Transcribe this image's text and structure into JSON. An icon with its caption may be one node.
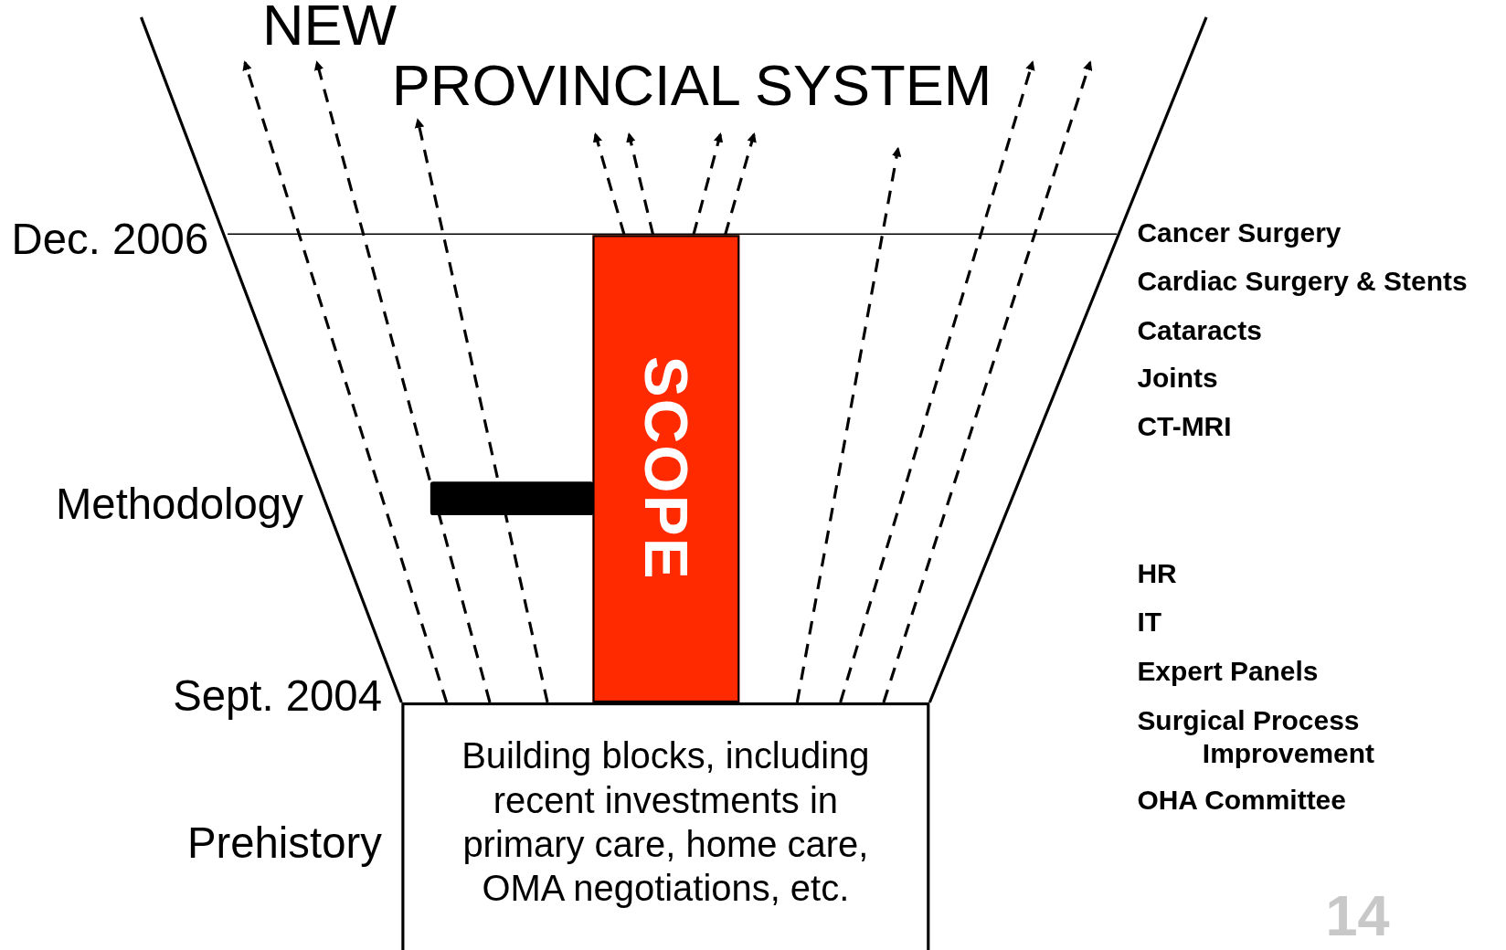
{
  "diagram": {
    "title": "NEW PROVINCIAL SYSTEM",
    "nodes": [
      {
        "text": [
          "Building blocks, including recent investments in primary care, home care, OMA negotiations, etc."
        ]
      },
      {
        "text": [
          "SCOPE"
        ]
      },
      {
        "text": [],
        "shape": "bar"
      }
    ],
    "edges": [
      {
        "from": 0,
        "to": null,
        "arrow": "to",
        "style": "dashed"
      },
      {
        "from": 0,
        "to": null,
        "arrow": "to",
        "style": "dashed"
      },
      {
        "from": 0,
        "to": null,
        "arrow": "to",
        "style": "dashed"
      },
      {
        "from": 1,
        "to": null,
        "arrow": "to",
        "style": "dashed"
      },
      {
        "from": 1,
        "to": null,
        "arrow": "to",
        "style": "dashed"
      },
      {
        "from": 1,
        "to": null,
        "arrow": "to",
        "style": "dashed"
      },
      {
        "from": 1,
        "to": null,
        "arrow": "to",
        "style": "dashed"
      },
      {
        "from": 0,
        "to": null,
        "arrow": "to",
        "style": "dashed"
      },
      {
        "from": 0,
        "to": null,
        "arrow": "to",
        "style": "dashed"
      },
      {
        "from": 0,
        "to": null,
        "arrow": "to",
        "style": "dashed"
      }
    ],
    "labels": [
      "Dec. 2006",
      "Cancer Surgery",
      "Cardiac Surgery & Stents",
      "Cataracts",
      "Joints",
      "CT-MRI",
      "Methodology",
      "HR",
      "IT",
      "Expert Panels",
      "Sept. 2004",
      "Surgical Process Improvement",
      "OHA Committee",
      "Prehistory",
      "14"
    ]
  }
}
